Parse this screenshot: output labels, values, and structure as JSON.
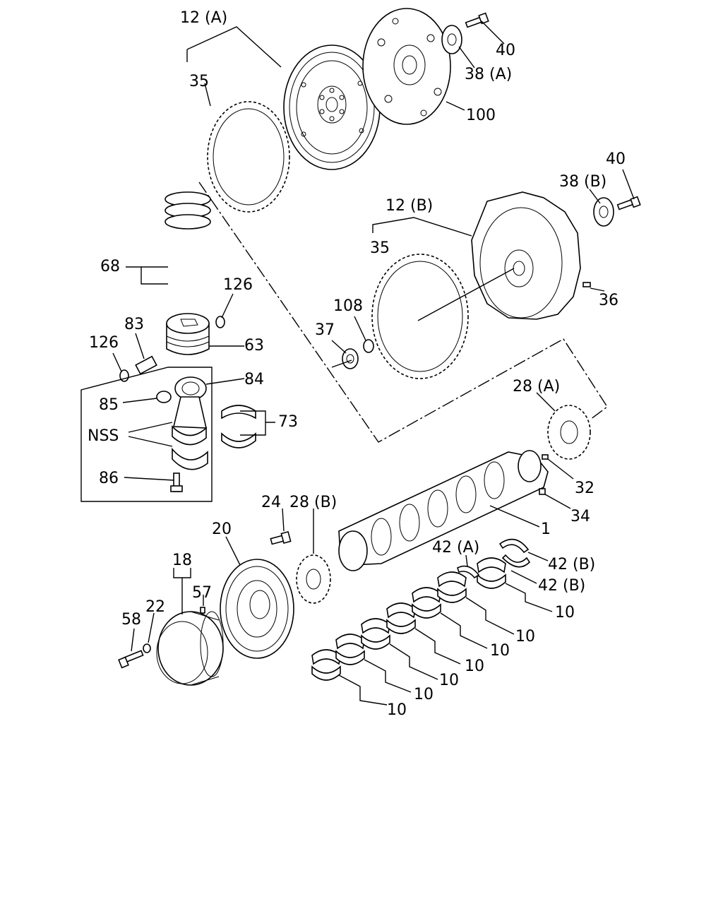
{
  "labels": {
    "l12a": "12 (A)",
    "l35a": "35",
    "l40a": "40",
    "l38a": "38 (A)",
    "l100": "100",
    "l40b": "40",
    "l38b": "38 (B)",
    "l12b": "12 (B)",
    "l35b": "35",
    "l36": "36",
    "l108": "108",
    "l37": "37",
    "l68": "68",
    "l126a": "126",
    "l83": "83",
    "l126b": "126",
    "l63": "63",
    "l84": "84",
    "l85": "85",
    "l73": "73",
    "lnss": "NSS",
    "l86": "86",
    "l28a": "28 (A)",
    "l32": "32",
    "l34": "34",
    "l24": "24",
    "l28b": "28 (B)",
    "l1": "1",
    "l20": "20",
    "l18": "18",
    "l57": "57",
    "l22": "22",
    "l58": "58",
    "l42a": "42 (A)",
    "l42b1": "42 (B)",
    "l42b2": "42 (B)",
    "l10a": "10",
    "l10b": "10",
    "l10c": "10",
    "l10d": "10",
    "l10e": "10",
    "l10f": "10",
    "l10g": "10"
  }
}
